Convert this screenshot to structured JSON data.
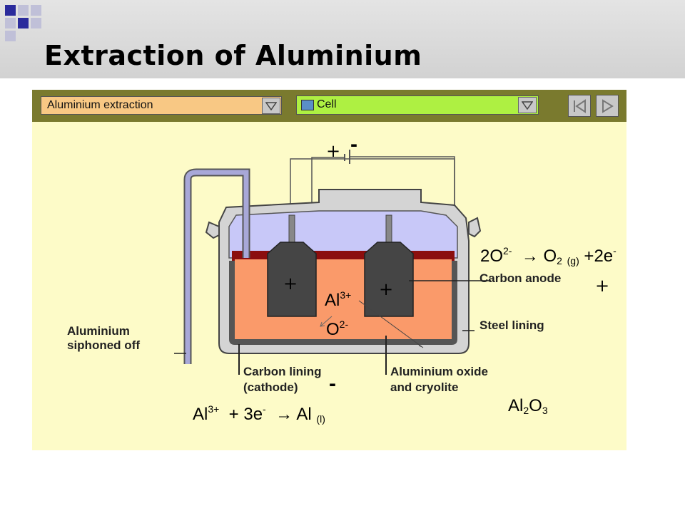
{
  "slide": {
    "title": "Extraction of Aluminium"
  },
  "toolbar": {
    "select_left": "Aluminium extraction",
    "select_right": "Cell"
  },
  "diagram": {
    "labels": {
      "carbon_anode": "Carbon anode",
      "steel_lining": "Steel lining",
      "siphon_line1": "Aluminium",
      "siphon_line2": "siphoned off",
      "carbon_lining_line1": "Carbon lining",
      "carbon_lining_line2": "(cathode)",
      "oxide_line1": "Aluminium oxide",
      "oxide_line2": "and cryolite"
    },
    "battery_plus": "+",
    "battery_minus": "-",
    "anode_plus": "+",
    "cathode_minus": "-",
    "electrode_plus": "+"
  },
  "equations": {
    "anode": {
      "a": "2O",
      "a_sup": "2-",
      "arrow": "→",
      "b": "O",
      "b_sub": "2",
      "state": "(g)",
      "c": "+2e",
      "c_sup": "-"
    },
    "cathode": {
      "a": "Al",
      "a_sup": "3+",
      "b": "+ 3e",
      "b_sup": "-",
      "arrow": "→",
      "c": "Al",
      "state": "(l)"
    },
    "ions": {
      "al": "Al",
      "al_sup": "3+",
      "o": "O",
      "o_sup": "2-"
    },
    "formula": {
      "a": "Al",
      "a_sub": "2",
      "b": "O",
      "b_sub": "3"
    }
  },
  "colors": {
    "panel": "#fdfbc8",
    "toolbar": "#7a7a2e",
    "electrolyte": "#fa9a6a",
    "crust": "#8b0e0e",
    "gas": "#c8c8f8",
    "electrode": "#444444",
    "siphon": "#a8a8d8"
  }
}
